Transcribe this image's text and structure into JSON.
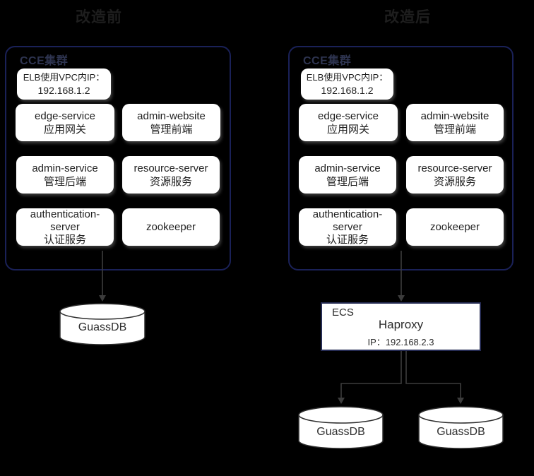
{
  "titles": {
    "before": "改造前",
    "after": "改造后"
  },
  "before": {
    "cluster_label": "CCE集群",
    "elb": {
      "line1": "ELB使用VPC内IP：",
      "line2": "192.168.1.2"
    },
    "services": [
      {
        "name": "edge-service",
        "desc": "应用网关"
      },
      {
        "name": "admin-website",
        "desc": "管理前端"
      },
      {
        "name": "admin-service",
        "desc": "管理后端"
      },
      {
        "name": "resource-server",
        "desc": "资源服务"
      },
      {
        "name": "authentication-server",
        "desc": "认证服务"
      },
      {
        "name": "zookeeper",
        "desc": ""
      }
    ],
    "database": {
      "label": "GuassDB"
    }
  },
  "after": {
    "cluster_label": "CCE集群",
    "elb": {
      "line1": "ELB使用VPC内IP：",
      "line2": "192.168.1.2"
    },
    "services": [
      {
        "name": "edge-service",
        "desc": "应用网关"
      },
      {
        "name": "admin-website",
        "desc": "管理前端"
      },
      {
        "name": "admin-service",
        "desc": "管理后端"
      },
      {
        "name": "resource-server",
        "desc": "资源服务"
      },
      {
        "name": "authentication-server",
        "desc": "认证服务"
      },
      {
        "name": "zookeeper",
        "desc": ""
      }
    ],
    "ecs": {
      "label": "ECS",
      "service": "Haproxy",
      "ip": "IP：192.168.2.3"
    },
    "databases": [
      {
        "label": "GuassDB"
      },
      {
        "label": "GuassDB"
      }
    ]
  },
  "colors": {
    "background": "#000000",
    "cluster_border": "#1a2158",
    "cluster_label": "#2e3450",
    "node_fill": "#ffffff",
    "node_text": "#1f1f1f",
    "connector": "#3c3c3c",
    "title_text": "#1e1e1e"
  }
}
